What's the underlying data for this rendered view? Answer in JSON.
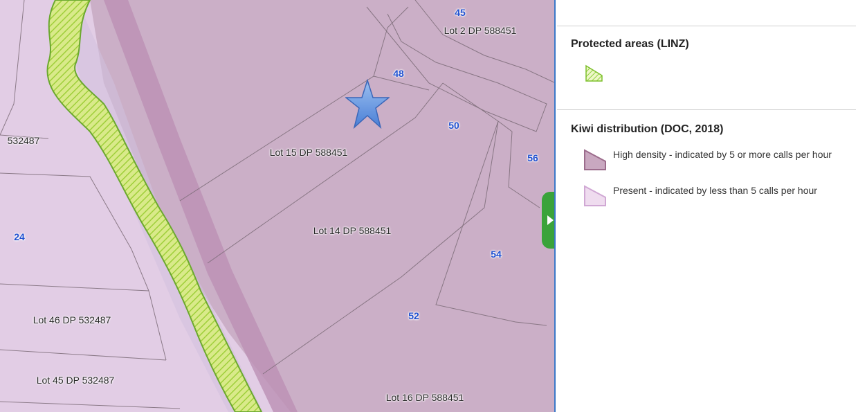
{
  "map": {
    "lot_labels": [
      "Lot 2 DP 588451",
      "Lot 15 DP 588451",
      "Lot 14 DP 588451",
      "Lot 46 DP 532487",
      "Lot 45 DP 532487",
      "Lot 16 DP 588451",
      "532487"
    ],
    "address_labels": [
      "45",
      "48",
      "50",
      "56",
      "24",
      "54",
      "52"
    ],
    "marker": "star-icon",
    "toggle_icon": "chevron-right-icon"
  },
  "legend": {
    "sections": [
      {
        "title": "Protected areas (LINZ)",
        "items": [
          {
            "label": "",
            "swatch": "hatched-green-icon",
            "color": "#8ccf3a"
          }
        ]
      },
      {
        "title": "Kiwi distribution (DOC, 2018)",
        "items": [
          {
            "label": "High density - indicated by 5 or more calls per hour",
            "swatch": "high-density-icon",
            "color": "#b98aa8"
          },
          {
            "label": "Present - indicated by less than 5 calls per hour",
            "swatch": "present-icon",
            "color": "#e6c6e6"
          }
        ]
      }
    ]
  },
  "colors": {
    "high_density": "#c9adc4",
    "present": "#e3cfe6",
    "protected_stroke": "#6ba82f",
    "protected_hatch": "#d8ec6a",
    "toggle": "#3aa33a",
    "address_text": "#1f50d0"
  }
}
